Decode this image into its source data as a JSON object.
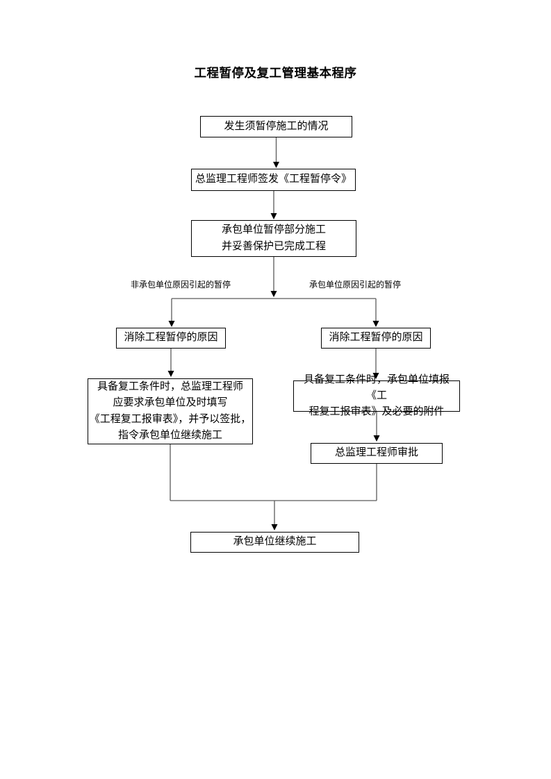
{
  "page": {
    "title": "工程暂停及复工管理基本程序"
  },
  "colors": {
    "text": "#000000",
    "box_border": "#000000",
    "connector": "#5a5a5a",
    "arrowhead": "#000000",
    "background": "#ffffff"
  },
  "flowchart": {
    "nodes": [
      {
        "id": "suspension-situation",
        "text": "发生须暂停施工的情况"
      },
      {
        "id": "issue-suspension-order",
        "text": "总监理工程师签发《工程暂停令》"
      },
      {
        "id": "contractor-suspends",
        "text": "承包单位暂停部分施工\n并妥善保护已完成工程"
      },
      {
        "id": "remove-cause-left",
        "text": "消除工程暂停的原因"
      },
      {
        "id": "remove-cause-right",
        "text": "消除工程暂停的原因"
      },
      {
        "id": "supervisor-requires-resumption",
        "text": "具备复工条件时，总监理工程师\n应要求承包单位及时填写\n《工程复工报审表》，并予以签批，\n指令承包单位继续施工"
      },
      {
        "id": "contractor-submits-form",
        "text": "具备复工条件时，承包单位填报《工\n程复工报审表》及必要的附件"
      },
      {
        "id": "supervisor-approves",
        "text": "总监理工程师审批"
      },
      {
        "id": "contractor-resumes",
        "text": "承包单位继续施工"
      }
    ],
    "branch_labels": {
      "left": "非承包单位原因引起的暂停",
      "right": "承包单位原因引起的暂停"
    }
  }
}
